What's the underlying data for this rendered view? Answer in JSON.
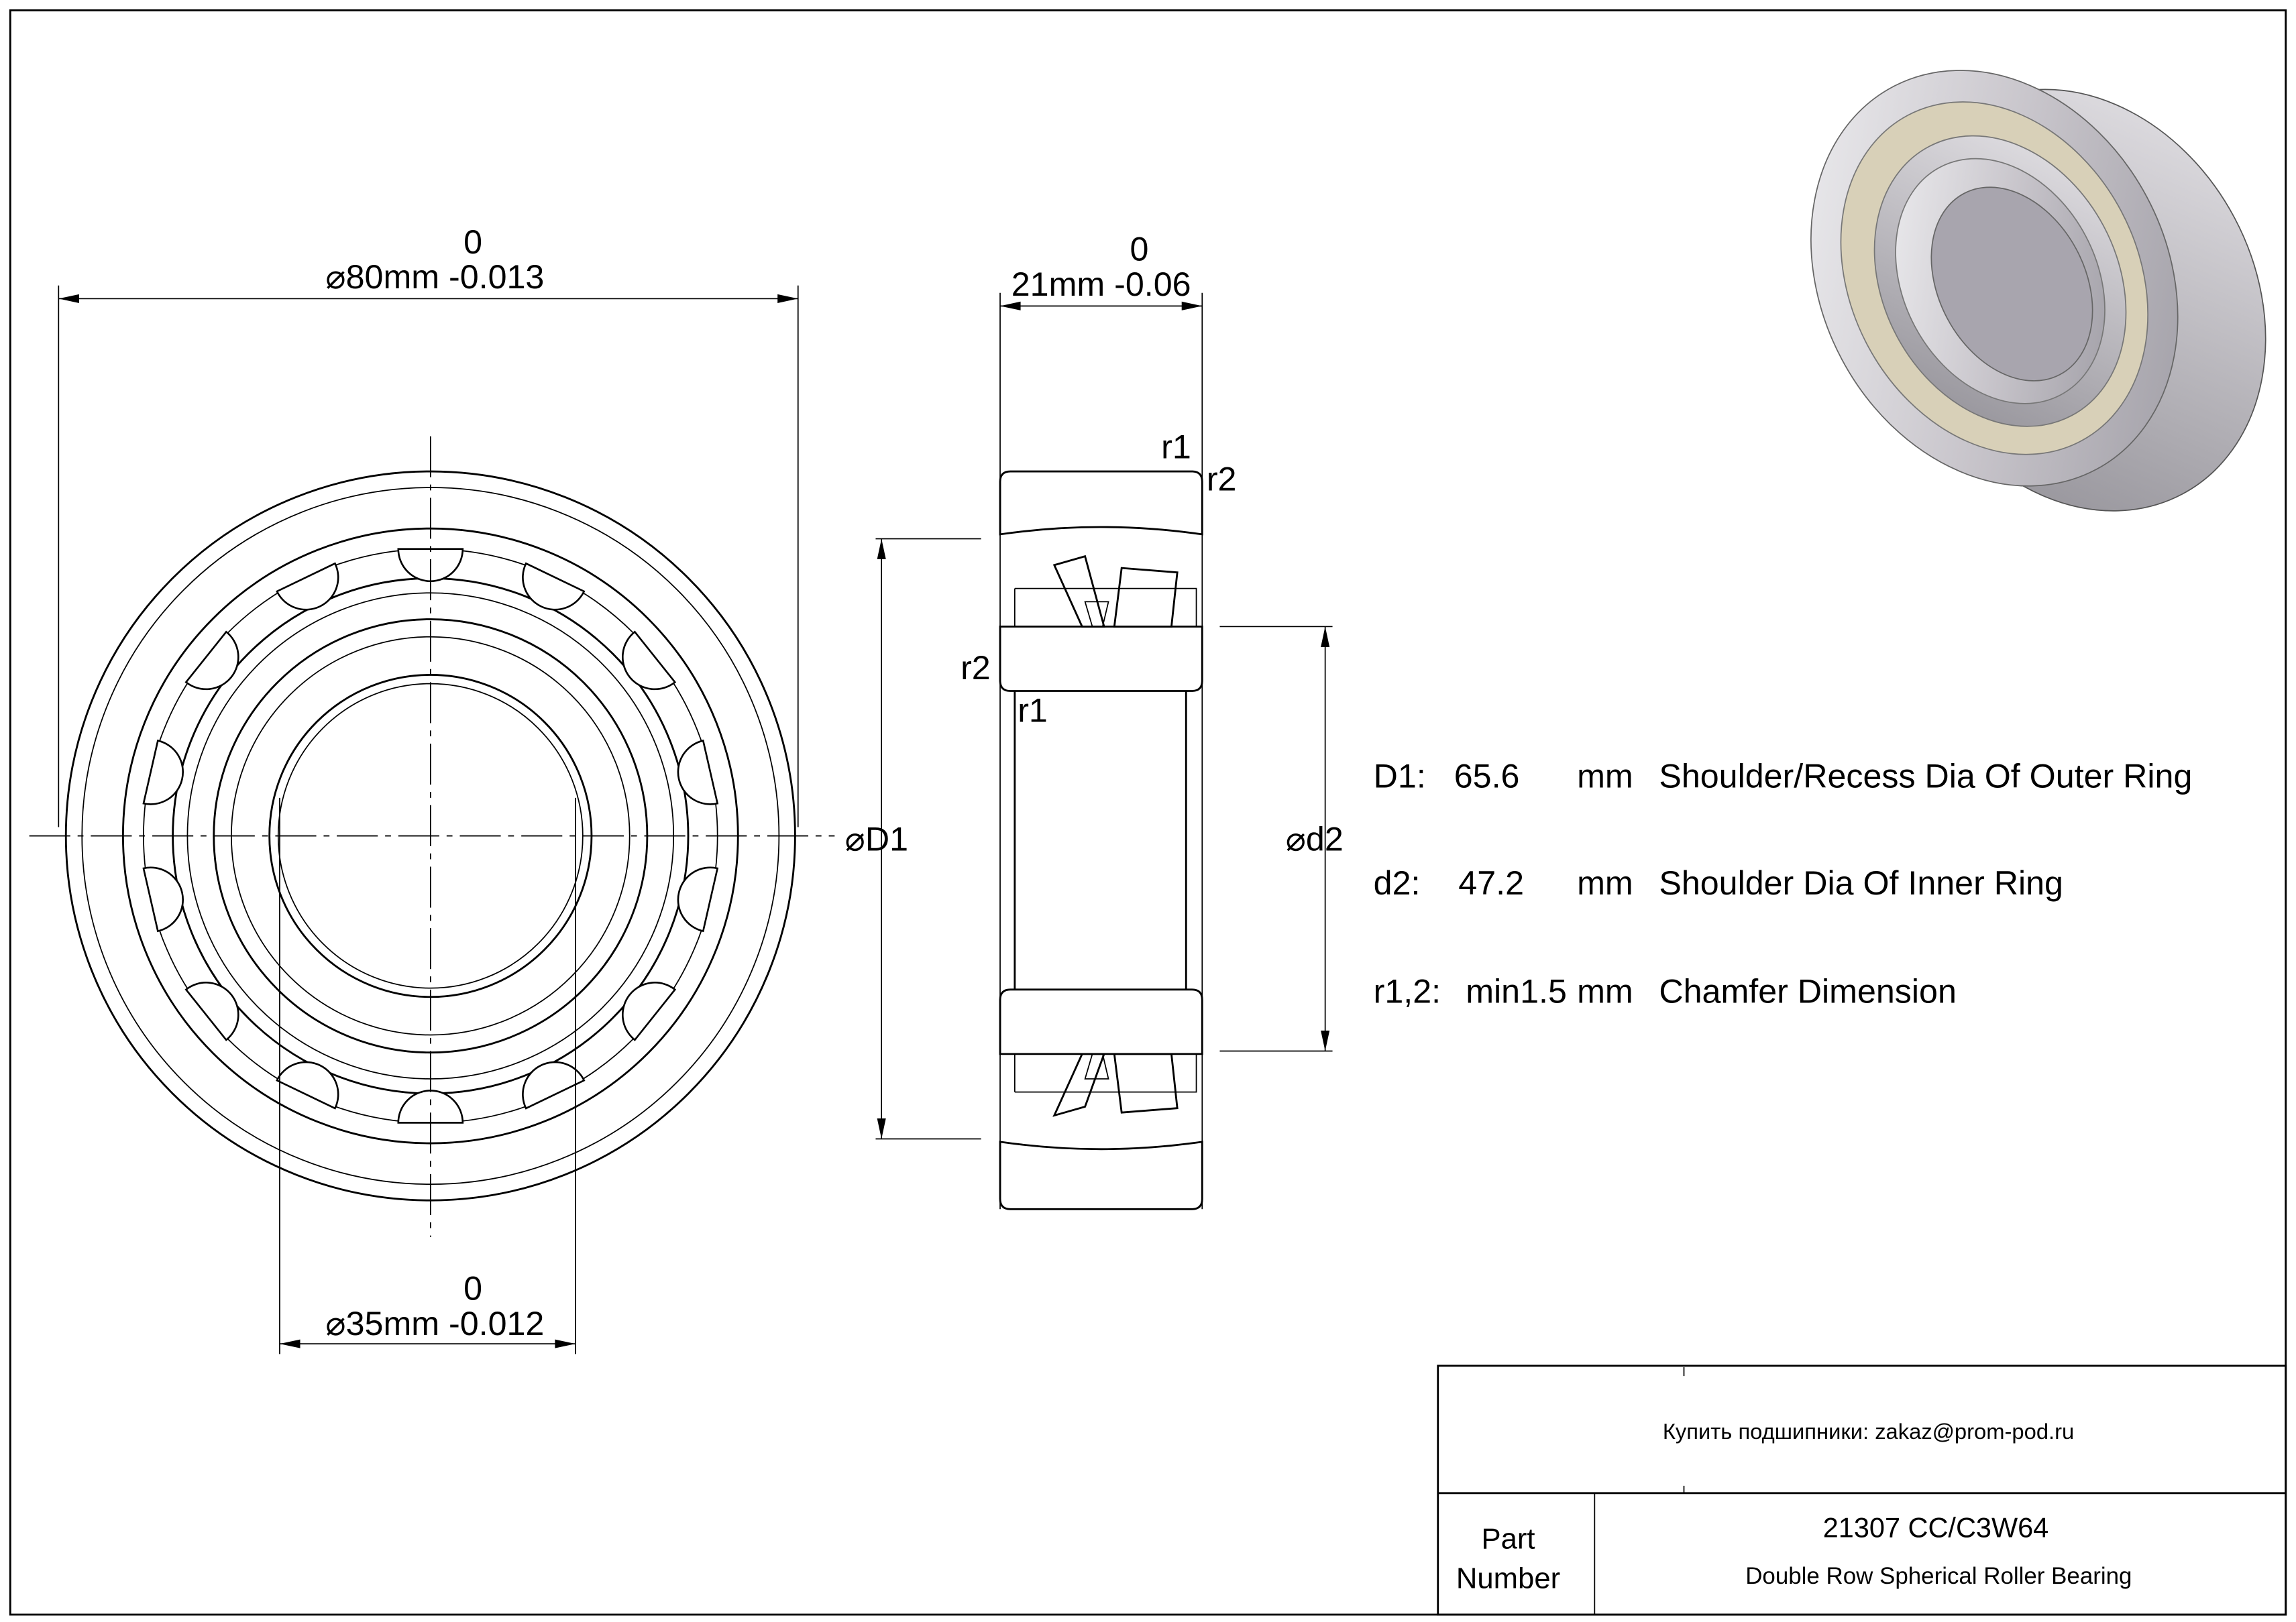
{
  "dimensions": {
    "outer_diameter": {
      "upper_tol": "0",
      "label": "⌀80mm -0.013"
    },
    "width": {
      "upper_tol": "0",
      "label": "21mm -0.06"
    },
    "bore_diameter": {
      "upper_tol": "0",
      "label": "⌀35mm -0.012"
    },
    "D1_label": "⌀D1",
    "d2_label": "⌀d2",
    "r1": "r1",
    "r2": "r2"
  },
  "specs": [
    {
      "key": "D1:",
      "value": "65.6",
      "unit": "mm",
      "desc": "Shoulder/Recess Dia Of Outer Ring"
    },
    {
      "key": "d2:",
      "value": "47.2",
      "unit": "mm",
      "desc": "Shoulder Dia Of Inner Ring"
    },
    {
      "key": "r1,2:",
      "value": "min1.5",
      "unit": "mm",
      "desc": "Chamfer Dimension"
    }
  ],
  "title_block": {
    "contact": "Купить подшипники: zakaz@prom-pod.ru",
    "part_label_1": "Part",
    "part_label_2": "Number",
    "part_number": "21307 CC/C3W64",
    "description": "Double Row Spherical Roller Bearing"
  }
}
